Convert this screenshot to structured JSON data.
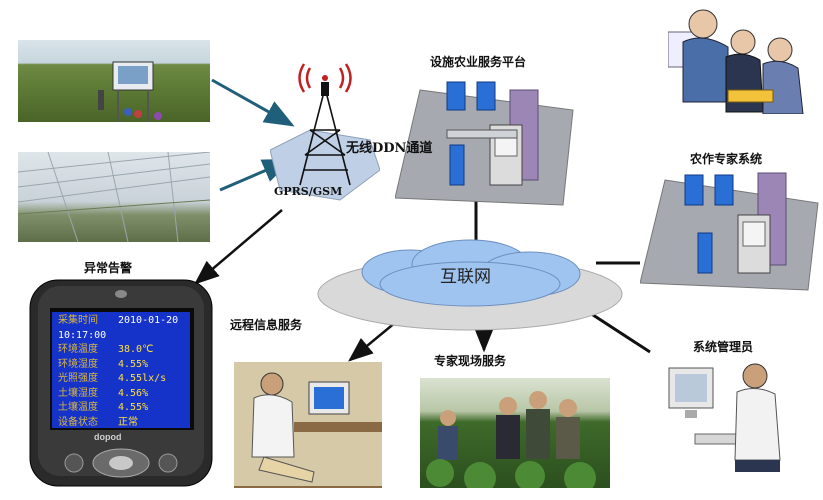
{
  "labels": {
    "platform": "设施农业服务平台",
    "wireless": "无线DDN通道",
    "gprs": "GPRS/GSM",
    "expert_system": "农作专家系统",
    "alarm": "异常告警",
    "internet": "互联网",
    "remote": "远程信息服务",
    "field_service": "专家现场服务",
    "admin": "系统管理员"
  },
  "pda": {
    "brand": "dopod",
    "rows": [
      {
        "k": "采集时间",
        "v": "2010-01-20"
      },
      {
        "k": "",
        "v": "10:17:00"
      },
      {
        "k": "环境温度",
        "v": "38.0℃"
      },
      {
        "k": "环境湿度",
        "v": "4.55%"
      },
      {
        "k": "光照强度",
        "v": "4.55lx/s"
      },
      {
        "k": "土壤湿度",
        "v": "4.56%"
      },
      {
        "k": "土壤温度",
        "v": "4.55%"
      },
      {
        "k": "设备状态",
        "v": "正常"
      }
    ]
  },
  "colors": {
    "server_blue": "#2a6fd6",
    "rack_purple": "#9c86b6",
    "cloud_fill": "#9fc4f0",
    "screen_blue": "#1633c9",
    "arrow_blue": "#1f5f7a"
  }
}
